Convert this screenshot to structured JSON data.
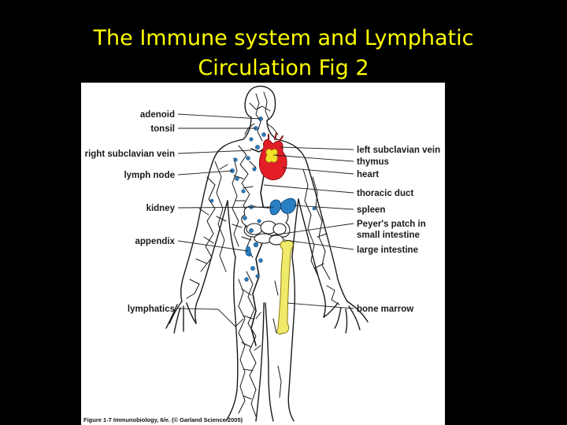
{
  "slide": {
    "title_line1": "The Immune system and Lymphatic",
    "title_line2": "Circulation Fig 2"
  },
  "figure": {
    "labels_left": [
      "adenoid",
      "tonsil",
      "right subclavian vein",
      "lymph node",
      "kidney",
      "appendix",
      "lymphatics"
    ],
    "labels_right": [
      "left subclavian vein",
      "thymus",
      "heart",
      "thoracic duct",
      "spleen",
      "Peyer's patch in",
      "small intestine",
      "large intestine",
      "bone marrow"
    ],
    "caption": "Figure 1-7  Immunobiology, 6/e. (© Garland Science 2005)",
    "colors": {
      "title": "#ffff00",
      "background": "#000000",
      "heart": "#e41e26",
      "thymus": "#f5e12b",
      "bone_marrow": "#f0ea6a",
      "lymphoid_tissue": "#2a7fc2"
    }
  }
}
